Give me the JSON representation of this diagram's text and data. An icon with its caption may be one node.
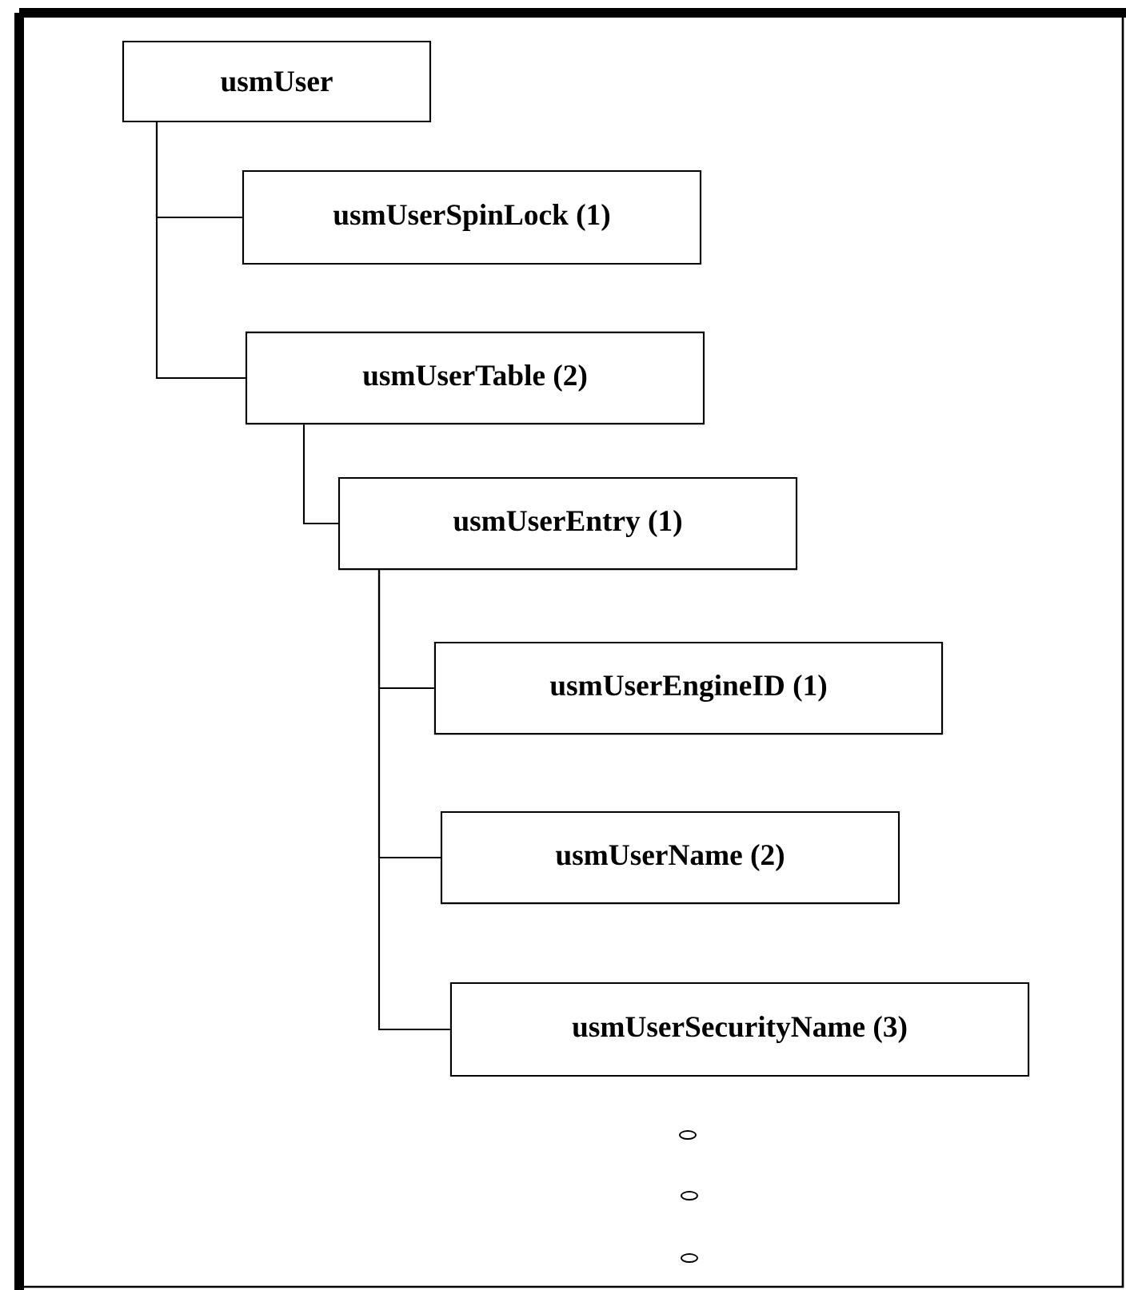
{
  "diagram": {
    "nodes": [
      {
        "text": [
          "usmUser"
        ]
      },
      {
        "text": [
          "usmUserSpinLock (1)"
        ]
      },
      {
        "text": [
          "usmUserTable (2)"
        ]
      },
      {
        "text": [
          "usmUserEntry (1)"
        ]
      },
      {
        "text": [
          "usmUserEngineID (1)"
        ]
      },
      {
        "text": [
          "usmUserName (2)"
        ]
      },
      {
        "text": [
          "usmUserSecurityName (3)"
        ]
      }
    ],
    "edges": [
      {
        "from": 0,
        "to": 1,
        "arrow": "none"
      },
      {
        "from": 0,
        "to": 2,
        "arrow": "none"
      },
      {
        "from": 2,
        "to": 3,
        "arrow": "none"
      },
      {
        "from": 3,
        "to": 4,
        "arrow": "none"
      },
      {
        "from": 3,
        "to": 5,
        "arrow": "none"
      },
      {
        "from": 3,
        "to": 6,
        "arrow": "none"
      }
    ]
  }
}
